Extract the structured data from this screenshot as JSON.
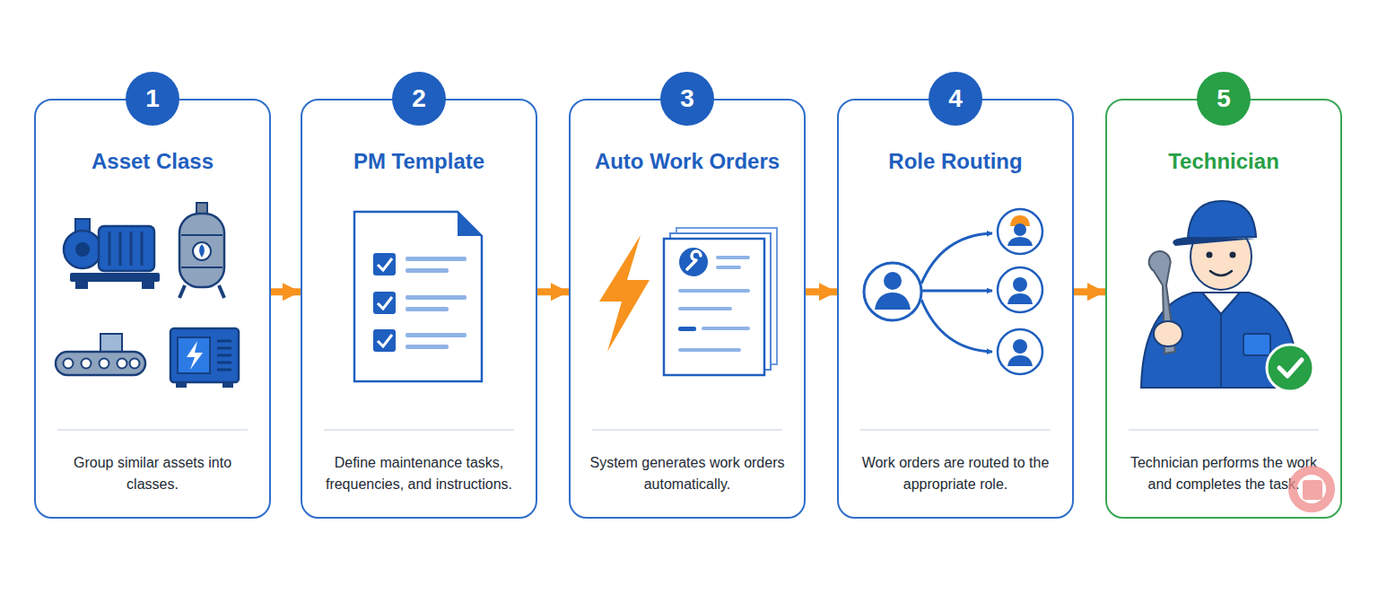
{
  "diagram": {
    "nodes": [
      {
        "text": [
          "Asset Class",
          "Group similar assets into classes."
        ]
      },
      {
        "text": [
          "1"
        ],
        "in": 0
      },
      {
        "text": [
          "PM Template",
          "Define maintenance tasks, frequencies, and instructions."
        ]
      },
      {
        "text": [
          "2"
        ],
        "in": 2
      },
      {
        "text": [
          "Auto Work Orders",
          "System generates work orders automatically."
        ]
      },
      {
        "text": [
          "3"
        ],
        "in": 4
      },
      {
        "text": [
          "Role Routing",
          "Work orders are routed to the appropriate role."
        ]
      },
      {
        "text": [
          "4"
        ],
        "in": 6
      },
      {
        "text": [
          "Technician",
          "Technician performs the work and completes the task."
        ]
      },
      {
        "text": [
          "5"
        ],
        "in": 8
      }
    ],
    "edges": [
      {
        "from": 0,
        "to": 2,
        "arrow": "to"
      },
      {
        "from": 2,
        "to": 4,
        "arrow": "to"
      },
      {
        "from": 4,
        "to": 6,
        "arrow": "to"
      },
      {
        "from": 6,
        "to": 8,
        "arrow": "to"
      }
    ]
  }
}
